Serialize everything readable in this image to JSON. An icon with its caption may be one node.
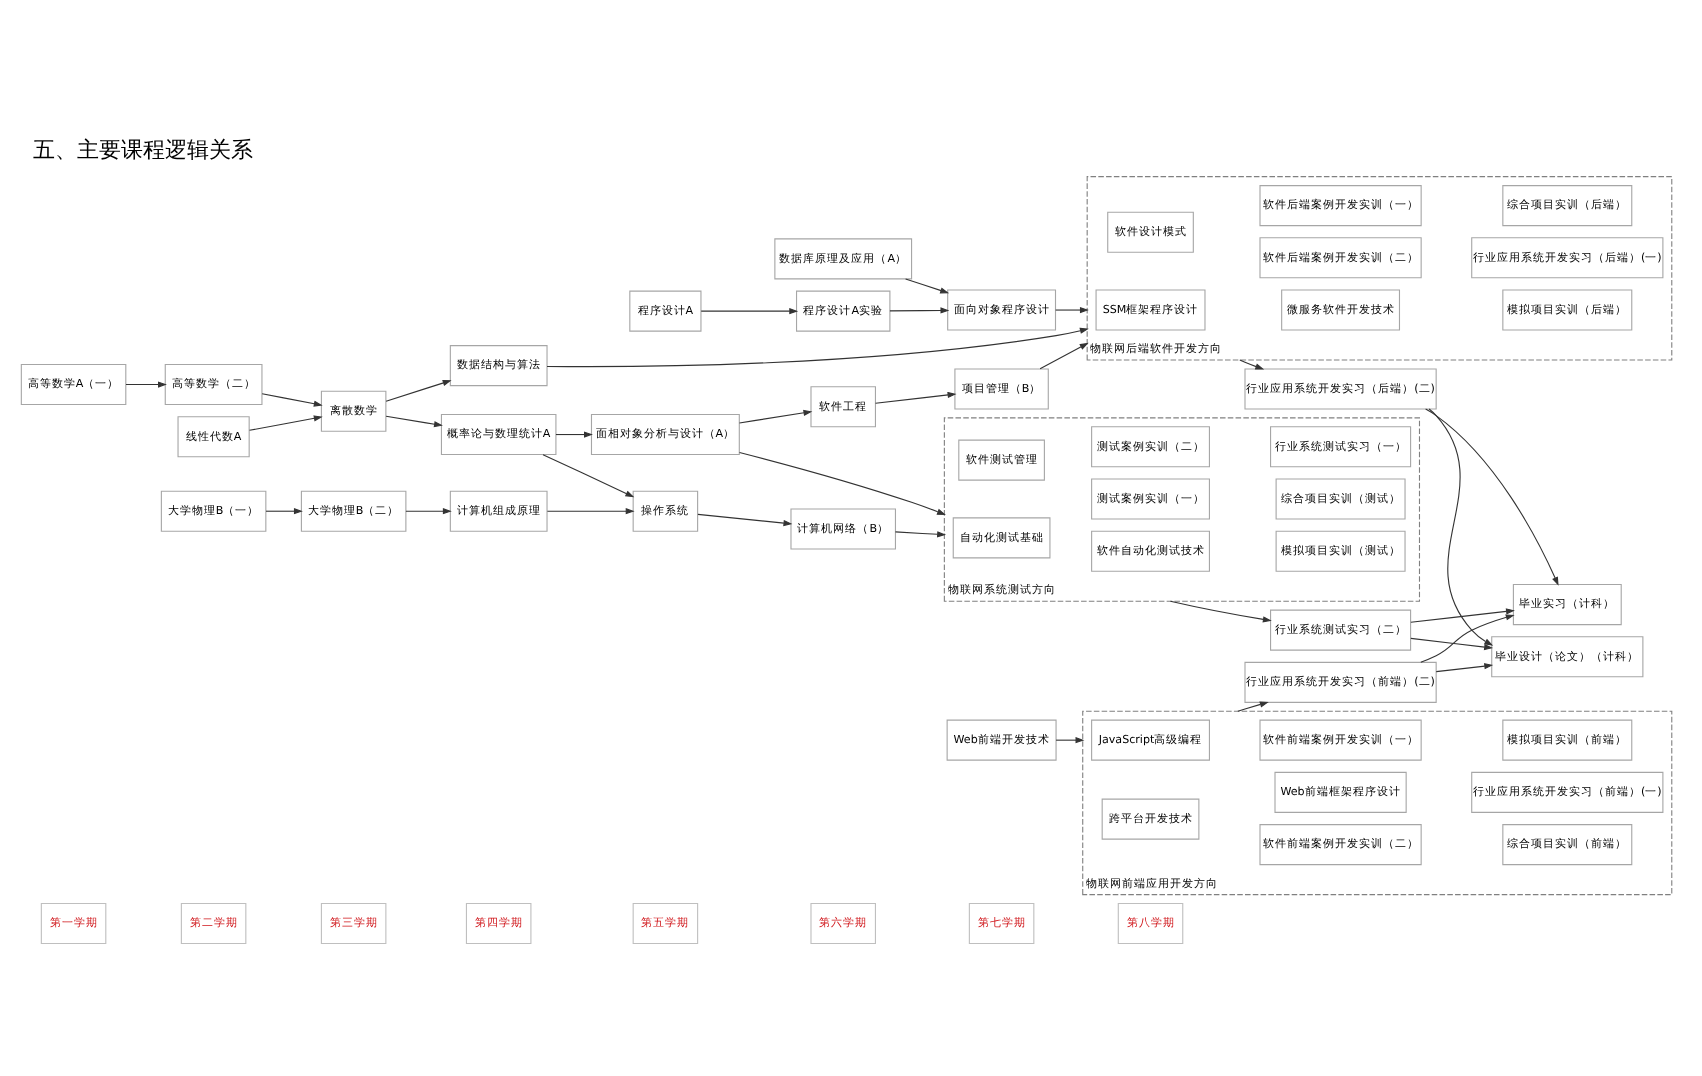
{
  "diagram": {
    "title": "五、主要课程逻辑关系",
    "nodes": [
      {
        "text": [
          "第一学期"
        ]
      },
      {
        "text": [
          "第二学期"
        ]
      },
      {
        "text": [
          "第三学期"
        ]
      },
      {
        "text": [
          "第四学期"
        ]
      },
      {
        "text": [
          "第五学期"
        ]
      },
      {
        "text": [
          "第六学期"
        ]
      },
      {
        "text": [
          "第七学期"
        ]
      },
      {
        "text": [
          "第八学期"
        ]
      },
      {
        "text": [
          "程序设计A"
        ]
      },
      {
        "text": [
          "程序设计A实验"
        ]
      },
      {
        "text": [
          "Web前端开发技术"
        ]
      },
      {
        "text": [
          "面向对象程序设计"
        ]
      },
      {
        "text": [
          "数据库原理及应用（A）"
        ]
      },
      {
        "text": [
          "高等数学A（一）"
        ]
      },
      {
        "text": [
          "高等数学（二）"
        ]
      },
      {
        "text": [
          "线性代数A"
        ]
      },
      {
        "text": [
          "离散数学"
        ]
      },
      {
        "text": [
          "大学物理B（一）"
        ]
      },
      {
        "text": [
          "大学物理B（二）"
        ]
      },
      {
        "text": [
          "计算机组成原理"
        ]
      },
      {
        "text": [
          "物联网前端应用开发方向"
        ]
      },
      {
        "text": [
          "JavaScript高级编程"
        ],
        "in": 20
      },
      {
        "text": [
          "跨平台开发技术"
        ],
        "in": 20
      },
      {
        "text": [
          "软件前端案例开发实训（一）"
        ],
        "in": 20
      },
      {
        "text": [
          "软件前端案例开发实训（二）"
        ],
        "in": 20
      },
      {
        "text": [
          "Web前端框架程序设计"
        ],
        "in": 20
      },
      {
        "text": [
          "模拟项目实训（前端）"
        ],
        "in": 20
      },
      {
        "text": [
          "综合项目实训（前端）"
        ],
        "in": 20
      },
      {
        "text": [
          "行业应用系统开发实习（前端）(一)"
        ],
        "in": 20
      },
      {
        "text": [
          "物联网后端软件开发方向"
        ]
      },
      {
        "text": [
          "SSM框架程序设计"
        ],
        "in": 29
      },
      {
        "text": [
          "软件设计模式"
        ],
        "in": 29
      },
      {
        "text": [
          "微服务软件开发技术"
        ],
        "in": 29
      },
      {
        "text": [
          "软件后端案例开发实训（一）"
        ],
        "in": 29
      },
      {
        "text": [
          "软件后端案例开发实训（二）"
        ],
        "in": 29
      },
      {
        "text": [
          "模拟项目实训（后端）"
        ],
        "in": 29
      },
      {
        "text": [
          "综合项目实训（后端）"
        ],
        "in": 29
      },
      {
        "text": [
          "行业应用系统开发实习（后端）(一)"
        ],
        "in": 29
      },
      {
        "text": [
          "数据结构与算法"
        ]
      },
      {
        "text": [
          "概率论与数理统计A"
        ]
      },
      {
        "text": [
          "项目管理（B）"
        ]
      },
      {
        "text": [
          "软件工程"
        ]
      },
      {
        "text": [
          "面相对象分析与设计（A）"
        ]
      },
      {
        "text": [
          "操作系统"
        ]
      },
      {
        "text": [
          "计算机网络（B）"
        ]
      },
      {
        "text": [
          "物联网系统测试方向"
        ]
      },
      {
        "text": [
          "自动化测试基础"
        ],
        "in": 45
      },
      {
        "text": [
          "软件测试管理"
        ],
        "in": 45
      },
      {
        "text": [
          "软件自动化测试技术"
        ],
        "in": 45
      },
      {
        "text": [
          "测试案例实训（一）"
        ],
        "in": 45
      },
      {
        "text": [
          "测试案例实训（二）"
        ],
        "in": 45
      },
      {
        "text": [
          "模拟项目实训（测试）"
        ],
        "in": 45
      },
      {
        "text": [
          "综合项目实训（测试）"
        ],
        "in": 45
      },
      {
        "text": [
          "行业系统测试实习（一）"
        ],
        "in": 45
      },
      {
        "text": [
          "行业应用系统开发实习（前端）(二)"
        ]
      },
      {
        "text": [
          "行业应用系统开发实习（后端）(二)"
        ]
      },
      {
        "text": [
          "行业系统测试实习（二）"
        ]
      },
      {
        "text": [
          "毕业实习（计科）"
        ]
      },
      {
        "text": [
          "毕业设计（论文）（计科）"
        ]
      }
    ],
    "edges": [
      {
        "from": 8,
        "to": 9,
        "arrow": "to"
      },
      {
        "from": 9,
        "to": 11,
        "arrow": "to"
      },
      {
        "from": 12,
        "to": 11,
        "arrow": "to"
      },
      {
        "from": 10,
        "to": 20,
        "arrow": "to"
      },
      {
        "from": 11,
        "to": 29,
        "arrow": "to"
      },
      {
        "from": 13,
        "to": 14,
        "arrow": "to"
      },
      {
        "from": 14,
        "to": 16,
        "arrow": "to"
      },
      {
        "from": 15,
        "to": 16,
        "arrow": "to"
      },
      {
        "from": 16,
        "to": 38,
        "arrow": "to"
      },
      {
        "from": 16,
        "to": 39,
        "arrow": "to"
      },
      {
        "from": 17,
        "to": 18,
        "arrow": "to"
      },
      {
        "from": 18,
        "to": 19,
        "arrow": "to"
      },
      {
        "from": 19,
        "to": 43,
        "arrow": "to"
      },
      {
        "from": 38,
        "to": 29,
        "arrow": "to"
      },
      {
        "from": 39,
        "to": 43,
        "arrow": "to"
      },
      {
        "from": 39,
        "to": 42,
        "arrow": "to"
      },
      {
        "from": 42,
        "to": 41,
        "arrow": "to"
      },
      {
        "from": 41,
        "to": 40,
        "arrow": "to"
      },
      {
        "from": 40,
        "to": 29,
        "arrow": "to"
      },
      {
        "from": 43,
        "to": 44,
        "arrow": "to"
      },
      {
        "from": 42,
        "to": 45,
        "arrow": "to"
      },
      {
        "from": 44,
        "to": 45,
        "arrow": "to"
      },
      {
        "from": 20,
        "to": 54,
        "arrow": "to"
      },
      {
        "from": 29,
        "to": 55,
        "arrow": "to"
      },
      {
        "from": 45,
        "to": 56,
        "arrow": "to"
      },
      {
        "from": 54,
        "to": 57,
        "arrow": "to"
      },
      {
        "from": 54,
        "to": 58,
        "arrow": "to"
      },
      {
        "from": 55,
        "to": 57,
        "arrow": "to"
      },
      {
        "from": 55,
        "to": 58,
        "arrow": "to"
      },
      {
        "from": 56,
        "to": 57,
        "arrow": "to"
      },
      {
        "from": 56,
        "to": 58,
        "arrow": "to"
      }
    ]
  }
}
